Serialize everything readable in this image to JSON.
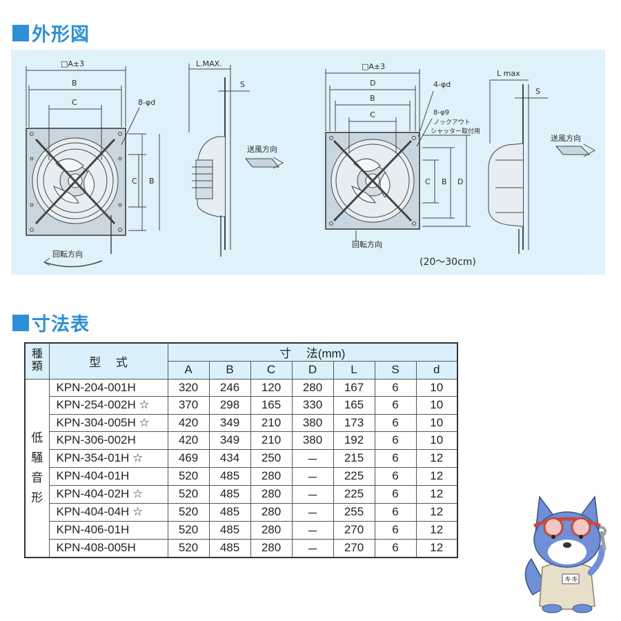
{
  "headings": {
    "outline": "外形図",
    "dimensions": "寸法表"
  },
  "drawing": {
    "left": {
      "a_dim": "□A±3",
      "b_dim": "B",
      "c_dim": "C",
      "hole": "8-φd",
      "c_side": "C",
      "b_side": "B",
      "lmax": "L.MAX.",
      "s": "S",
      "airflow": "送風方向",
      "rotation": "回転方向"
    },
    "right": {
      "a_dim": "□A±3",
      "d_dim": "D",
      "b_dim": "B",
      "c_dim": "C",
      "hole_d": "4-φd",
      "hole_9": "8-φ9",
      "knockout": "ノックアウト",
      "shutter": "シャッター取付用",
      "c_side": "C",
      "b_side": "B",
      "d_side": "D",
      "lmax": "L max",
      "s": "S",
      "airflow": "送風方向",
      "rotation": "回転方向",
      "note": "(20～30cm)"
    }
  },
  "table": {
    "kind_header": [
      "種",
      "類"
    ],
    "model_header": "型　 式",
    "dims_header": "寸　 法(mm)",
    "columns": [
      "A",
      "B",
      "C",
      "D",
      "L",
      "S",
      "d"
    ],
    "kind_chars": [
      "低",
      "騒",
      "音",
      "形"
    ],
    "rows": [
      {
        "model": "KPN-204-001H",
        "vals": [
          "320",
          "246",
          "120",
          "280",
          "167",
          "6",
          "10"
        ]
      },
      {
        "model": "KPN-254-002H ☆",
        "vals": [
          "370",
          "298",
          "165",
          "330",
          "165",
          "6",
          "10"
        ]
      },
      {
        "model": "KPN-304-005H ☆",
        "vals": [
          "420",
          "349",
          "210",
          "380",
          "173",
          "6",
          "10"
        ]
      },
      {
        "model": "KPN-306-002H",
        "vals": [
          "420",
          "349",
          "210",
          "380",
          "192",
          "6",
          "10"
        ]
      },
      {
        "model": "KPN-354-01H ☆",
        "vals": [
          "469",
          "434",
          "250",
          "－",
          "215",
          "6",
          "12"
        ]
      },
      {
        "model": "KPN-404-01H",
        "vals": [
          "520",
          "485",
          "280",
          "－",
          "225",
          "6",
          "12"
        ]
      },
      {
        "model": "KPN-404-02H ☆",
        "vals": [
          "520",
          "485",
          "280",
          "－",
          "225",
          "6",
          "12"
        ]
      },
      {
        "model": "KPN-404-04H ☆",
        "vals": [
          "520",
          "485",
          "280",
          "－",
          "255",
          "6",
          "12"
        ]
      },
      {
        "model": "KPN-406-01H",
        "vals": [
          "520",
          "485",
          "280",
          "－",
          "270",
          "6",
          "12"
        ]
      },
      {
        "model": "KPN-408-005H",
        "vals": [
          "520",
          "485",
          "280",
          "－",
          "270",
          "6",
          "12"
        ]
      }
    ]
  },
  "mascot": {
    "badge": "キキ",
    "icon": "wolf-mascot-icon"
  },
  "colors": {
    "accent": "#2d8fd6",
    "panel_bg": "#dff1fb",
    "header_bg": "#daf1fb"
  }
}
